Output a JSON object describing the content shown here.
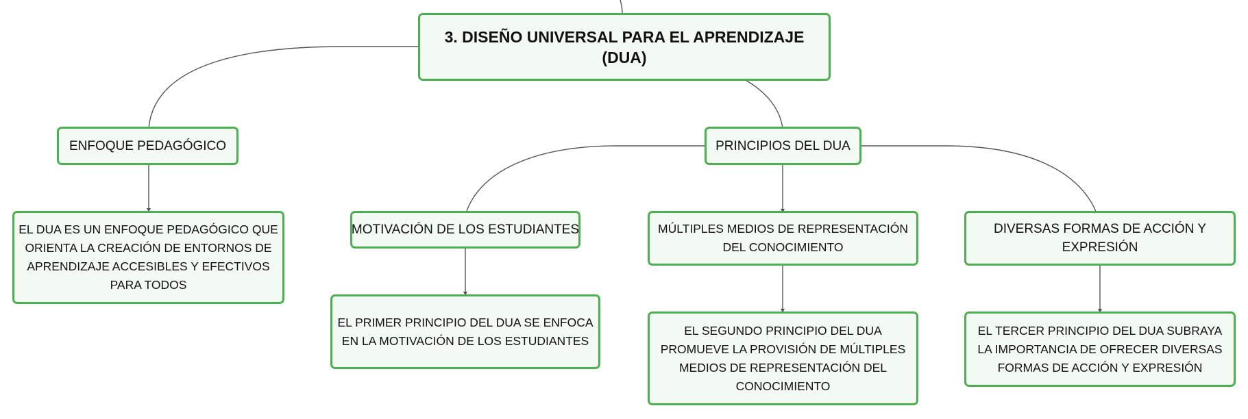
{
  "diagram": {
    "colors": {
      "node_border": "#4caf50",
      "node_fill": "#f3faf4",
      "edge": "#555555",
      "text": "#111111"
    },
    "root": {
      "label": "3. DISEÑO UNIVERSAL PARA EL APRENDIZAJE (DUA)"
    },
    "enfoque": {
      "label": "ENFOQUE PEDAGÓGICO",
      "detail": "EL DUA ES UN ENFOQUE PEDAGÓGICO QUE ORIENTA LA CREACIÓN DE ENTORNOS DE APRENDIZAJE ACCESIBLES Y EFECTIVOS PARA TODOS"
    },
    "principios": {
      "label": "PRINCIPIOS DEL DUA",
      "items": [
        {
          "label": "MOTIVACIÓN DE LOS ESTUDIANTES",
          "detail": "EL PRIMER PRINCIPIO DEL DUA SE ENFOCA EN LA MOTIVACIÓN DE LOS ESTUDIANTES"
        },
        {
          "label": "MÚLTIPLES MEDIOS DE REPRESENTACIÓN DEL CONOCIMIENTO",
          "detail": "EL SEGUNDO PRINCIPIO DEL DUA PROMUEVE LA PROVISIÓN DE MÚLTIPLES MEDIOS DE REPRESENTACIÓN DEL CONOCIMIENTO"
        },
        {
          "label": "DIVERSAS FORMAS DE ACCIÓN Y EXPRESIÓN",
          "detail": "EL TERCER PRINCIPIO DEL DUA SUBRAYA LA IMPORTANCIA DE OFRECER DIVERSAS FORMAS DE ACCIÓN Y EXPRESIÓN"
        }
      ]
    }
  }
}
